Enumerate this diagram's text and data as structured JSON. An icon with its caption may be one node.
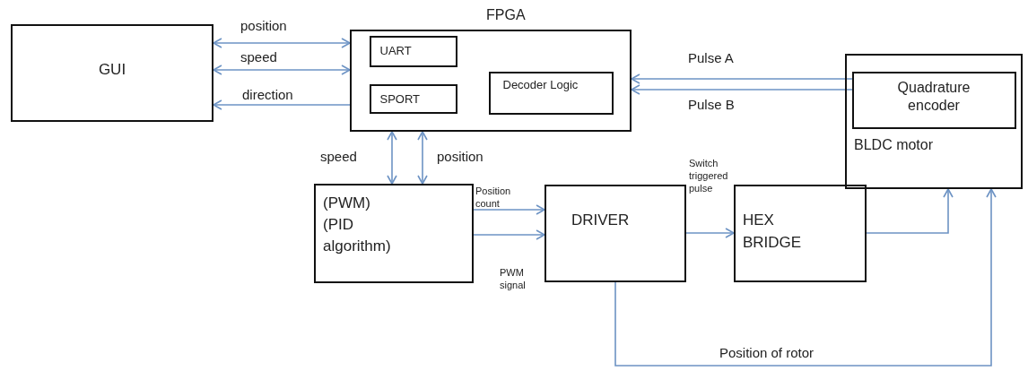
{
  "diagram": {
    "nodes": [
      {
        "text": [
          "GUI"
        ]
      },
      {
        "text": [
          "FPGA"
        ]
      },
      {
        "text": [
          "UART"
        ],
        "in": 1
      },
      {
        "text": [
          "SPORT"
        ],
        "in": 1
      },
      {
        "text": [
          "Decoder Logic"
        ],
        "in": 1
      },
      {
        "text": [
          "BLDC motor"
        ]
      },
      {
        "text": [
          "Quadrature encoder"
        ],
        "in": 5
      },
      {
        "text": [
          "(PWM) (PID algorithm)"
        ]
      },
      {
        "text": [
          "DRIVER"
        ]
      },
      {
        "text": [
          "HEX BRIDGE"
        ]
      }
    ],
    "edges": [
      {
        "from": 0,
        "to": 1,
        "arrow": "both",
        "label": "position"
      },
      {
        "from": 0,
        "to": 1,
        "arrow": "both",
        "label": "speed"
      },
      {
        "from": 1,
        "to": 0,
        "arrow": "to",
        "label": "direction"
      },
      {
        "from": 1,
        "to": 7,
        "arrow": "both",
        "label": "speed"
      },
      {
        "from": 1,
        "to": 7,
        "arrow": "both",
        "label": "position"
      },
      {
        "from": 6,
        "to": 1,
        "arrow": "to",
        "label": "Pulse A"
      },
      {
        "from": 6,
        "to": 1,
        "arrow": "to",
        "label": "Pulse B"
      },
      {
        "from": 7,
        "to": 8,
        "arrow": "to",
        "label": "Position count"
      },
      {
        "from": 7,
        "to": 8,
        "arrow": "to",
        "label": "PWM signal"
      },
      {
        "from": 8,
        "to": 9,
        "arrow": "to",
        "label": "Switch triggered pulse"
      },
      {
        "from": 9,
        "to": 5,
        "arrow": "to"
      },
      {
        "from": 8,
        "to": 5,
        "arrow": "to",
        "label": "Position of rotor"
      }
    ]
  }
}
